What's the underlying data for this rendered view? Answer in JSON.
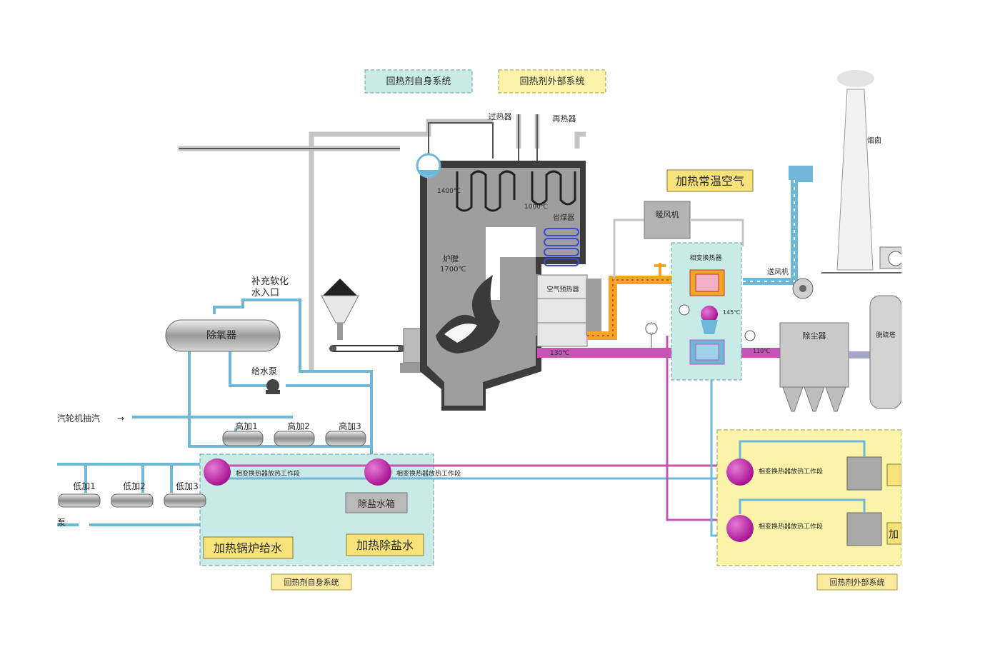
{
  "legend": {
    "self_system": "回热剂自身系统",
    "external_system": "回热剂外部系统"
  },
  "boiler": {
    "superheater": "过热器",
    "reheater": "再热器",
    "temp_1400": "1400℃",
    "temp_1000": "1000℃",
    "economizer": "省煤器",
    "furnace": "炉膛",
    "furnace_temp": "1700℃",
    "air_preheater": "空气预热器",
    "exhaust_temp": "130℃"
  },
  "labels": {
    "heat_ambient_air": "加热常温空气",
    "blower": "暖风机",
    "induced_fan": "送风机",
    "chimney": "烟囱",
    "phase_change_hx": "相变换热器",
    "dust_collector": "除尘器",
    "desulfurization": "脱硫塔",
    "makeup_water_1": "补充软化",
    "makeup_water_2": "水入口",
    "deaerator": "除氧器",
    "feed_pump": "给水泵",
    "turbine_extraction": "汽轮机抽汽",
    "hp1": "高加1",
    "hp2": "高加2",
    "hp3": "高加3",
    "lp1": "低加1",
    "lp2": "低加2",
    "lp3": "低加3",
    "pump_fragment": "泵",
    "phase_work_1": "相变换热器放热工作段",
    "phase_work_2": "相变换热器放热工作段",
    "phase_work_3": "相变换热器放热工作段",
    "phase_work_4": "相变换热器放热工作段",
    "demin_tank": "除盐水箱",
    "heat_feedwater": "加热锅炉给水",
    "heat_demin": "加热除盐水",
    "bottom_self": "回热剂自身系统",
    "bottom_external": "回热剂外部系统",
    "right_cut_1": "加",
    "temp_small_1": "145℃",
    "temp_small_2": "110℃"
  },
  "colors": {
    "steam_gray": "#c4c4c4",
    "water_blue": "#6fb7d6",
    "flue_magenta": "#c455b6",
    "hot_air_orange": "#f2a526",
    "panel_teal": "#c9ebe8",
    "panel_yellow": "#fbf3a8",
    "label_yellow": "#f7e27a",
    "boiler_dark": "#3c3c3c",
    "boiler_gray": "#9e9e9e"
  }
}
